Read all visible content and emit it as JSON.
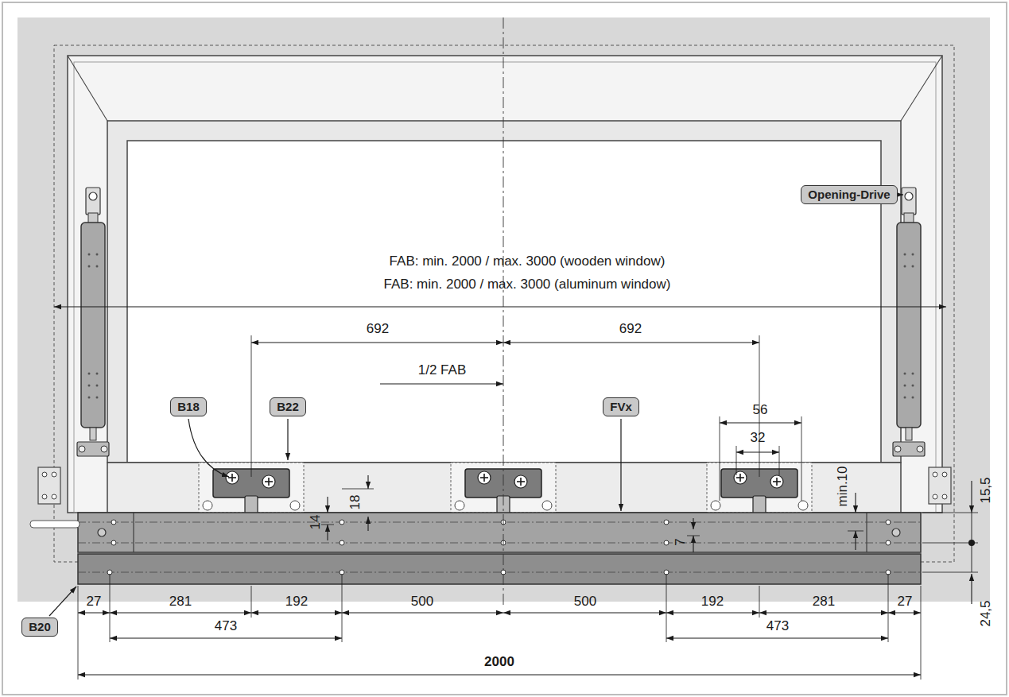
{
  "diagram": {
    "nodes": [
      {
        "text": [
          "Opening-Drive"
        ]
      },
      {
        "text": [
          "B18"
        ]
      },
      {
        "text": [
          "B22"
        ]
      },
      {
        "text": [
          "FVx"
        ]
      },
      {
        "text": [
          "B20"
        ]
      }
    ],
    "labels": [
      "FAB: min. 2000 / max. 3000 (wooden window)",
      "FAB: min. 2000 / max. 3000 (aluminum window)",
      "692",
      "692",
      "1/2 FAB",
      "56",
      "32",
      "min.10",
      "15,5",
      "18",
      "14",
      "7",
      "27",
      "281",
      "192",
      "500",
      "500",
      "192",
      "281",
      "27",
      "473",
      "473",
      "24,5",
      "2000"
    ]
  }
}
